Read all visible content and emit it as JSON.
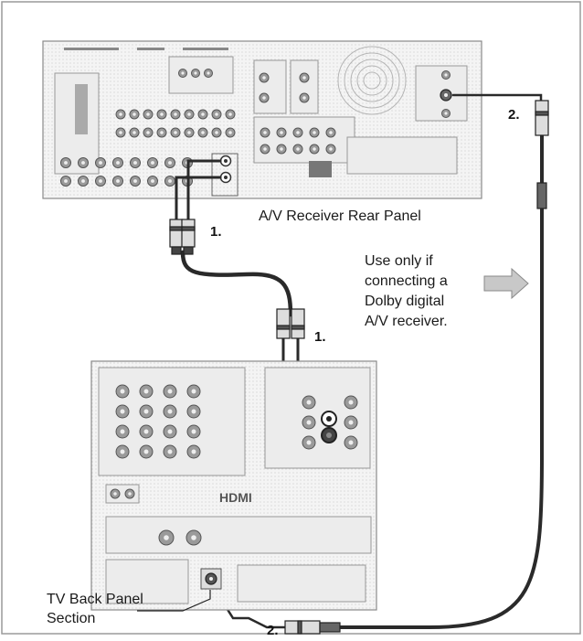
{
  "labels": {
    "receiver_title": "A/V Receiver Rear Panel",
    "note_line1": "Use only if",
    "note_line2": "connecting a",
    "note_line3": "Dolby digital",
    "note_line4": "A/V receiver.",
    "tv_title_line1": "TV Back Panel",
    "tv_title_line2": "Section",
    "tv_hdmi_logo": "HDMI"
  },
  "steps": {
    "step1_top": "1.",
    "step1_mid": "1.",
    "step2_top": "2.",
    "step2_bottom": "2."
  },
  "colors": {
    "frame": "#9a9a9a",
    "panel_fill": "#f2f2f2",
    "panel_stroke": "#8a8a8a",
    "jack_dark": "#555555",
    "cable": "#2a2a2a",
    "arrow_fill": "#c8c8c8"
  }
}
